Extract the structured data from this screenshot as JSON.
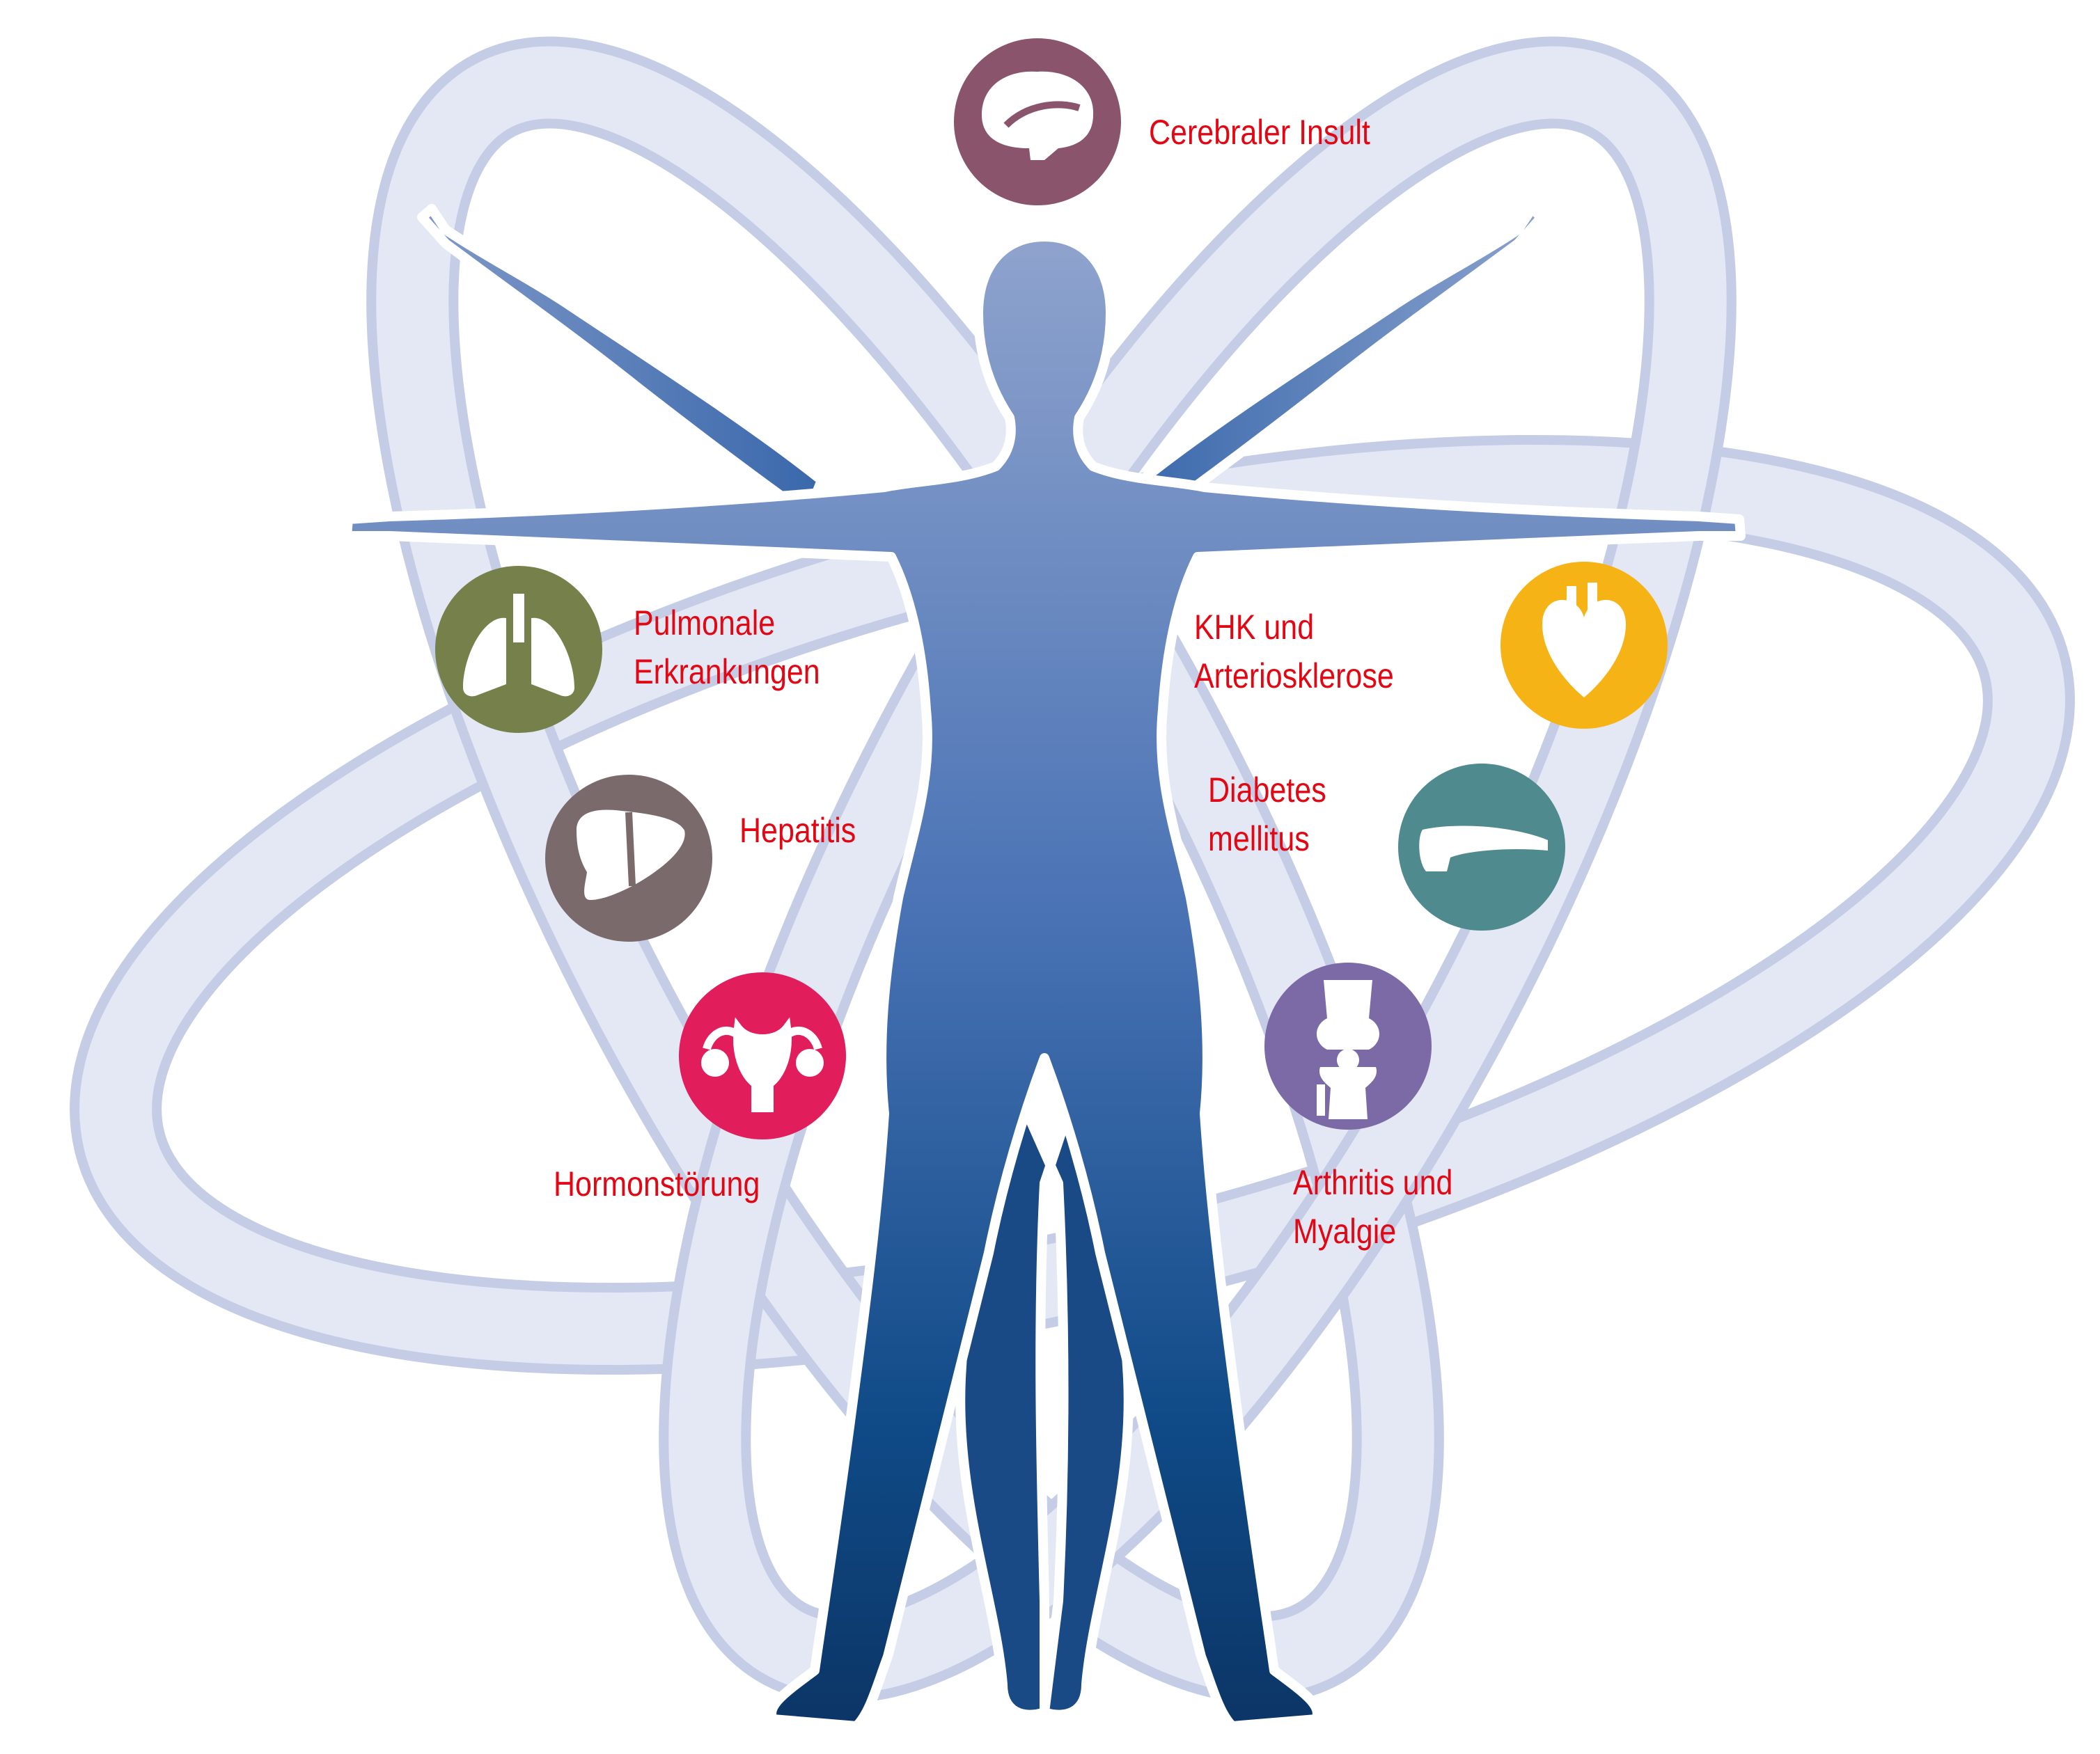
{
  "colors": {
    "label_text": "#e30613",
    "orbit_fill": "#dde2f1",
    "orbit_stroke": "#c9d0e8",
    "body_top": "#8ea3cc",
    "body_mid": "#3a6aaf",
    "body_bottom": "#0f3f73",
    "icon_glyph": "#ffffff"
  },
  "conditions": [
    {
      "id": "stroke",
      "icon": "brain-icon",
      "color": "#8a546c",
      "lines": [
        "Cerebraler Insult"
      ]
    },
    {
      "id": "pulmonary",
      "icon": "lungs-icon",
      "color": "#76804a",
      "lines": [
        "Pulmonale",
        "Erkrankungen"
      ]
    },
    {
      "id": "hepatitis",
      "icon": "liver-icon",
      "color": "#7b6a6b",
      "lines": [
        "Hepatitis"
      ]
    },
    {
      "id": "hormone",
      "icon": "uterus-icon",
      "color": "#e11d5b",
      "lines": [
        "Hormonstörung"
      ]
    },
    {
      "id": "chd",
      "icon": "heart-icon",
      "color": "#f6b315",
      "lines": [
        "KHK und",
        "Arteriosklerose"
      ]
    },
    {
      "id": "diabetes",
      "icon": "pancreas-icon",
      "color": "#4f8b8e",
      "lines": [
        "Diabetes",
        "mellitus"
      ]
    },
    {
      "id": "arthritis",
      "icon": "knee-joint-icon",
      "color": "#7b6aa5",
      "lines": [
        "Arthritis und",
        "Myalgie"
      ]
    }
  ]
}
